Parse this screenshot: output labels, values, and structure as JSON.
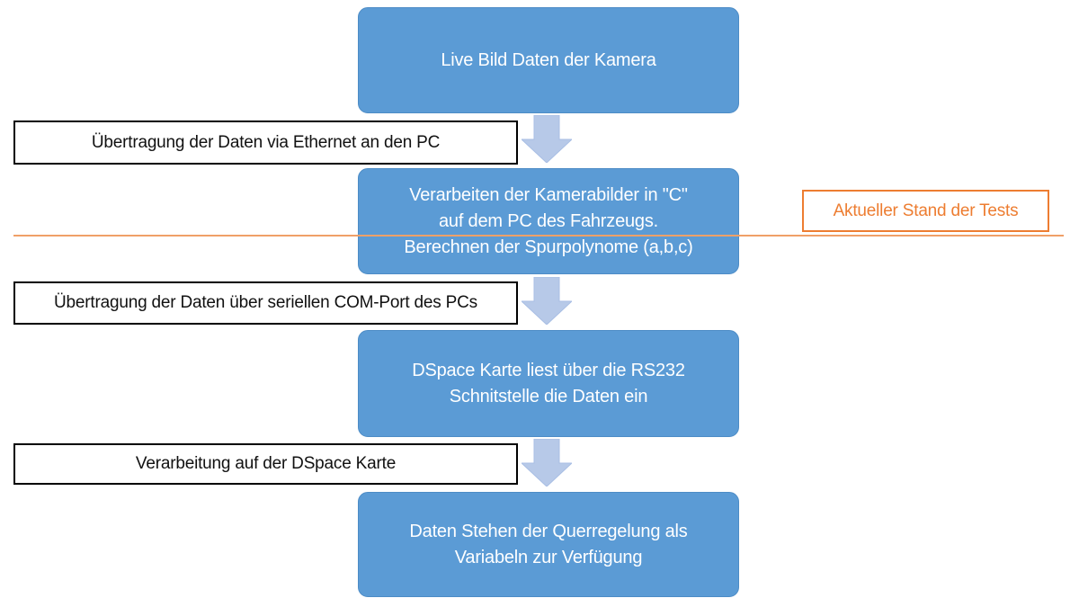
{
  "diagram": {
    "steps": [
      {
        "lines": [
          "Live Bild Daten der Kamera"
        ]
      },
      {
        "lines": [
          "Verarbeiten der Kamerabilder in \"C\"",
          "auf dem PC des Fahrzeugs.",
          "Berechnen der Spurpolynome (a,b,c)"
        ]
      },
      {
        "lines": [
          "DSpace Karte liest über die RS232",
          "Schnitstelle die Daten ein"
        ]
      },
      {
        "lines": [
          "Daten Stehen der Querregelung als",
          "Variabeln zur Verfügung"
        ]
      }
    ],
    "transition_labels": [
      {
        "text": "Übertragung der Daten via Ethernet an den PC"
      },
      {
        "text": "Übertragung der Daten über seriellen COM-Port des PCs"
      },
      {
        "text": "Verarbeitung auf der DSpace Karte"
      }
    ],
    "status_annotation": {
      "text": "Aktueller Stand der Tests"
    },
    "colors": {
      "process_fill": "#5B9BD5",
      "process_text": "#FFFFFF",
      "arrow_fill": "#B7C9E8",
      "label_border": "#000000",
      "accent_orange": "#ED7D31",
      "line_orange": "#F0A068"
    }
  }
}
